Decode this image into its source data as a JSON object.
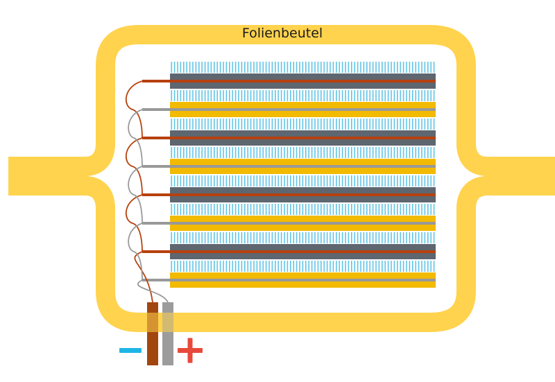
{
  "title": "Folienbeutel",
  "terminals": {
    "negative_symbol": "minus",
    "positive_symbol": "plus"
  },
  "cell_stack": {
    "unit_cells": 4,
    "layer_order": [
      "separator",
      "anode",
      "separator",
      "cathode"
    ]
  },
  "colors": {
    "pouch": "#FFD34E",
    "separator": "#5FC3E4",
    "anode_coating": "#5E6670",
    "anode_foil": "#B7410E",
    "cathode_coating": "#F2BA00",
    "cathode_foil": "#999999",
    "minus_sign": "#1FB5E6",
    "plus_sign": "#E8493A",
    "negative_tab": "#A2460F",
    "positive_tab": "#9C9C9C"
  }
}
